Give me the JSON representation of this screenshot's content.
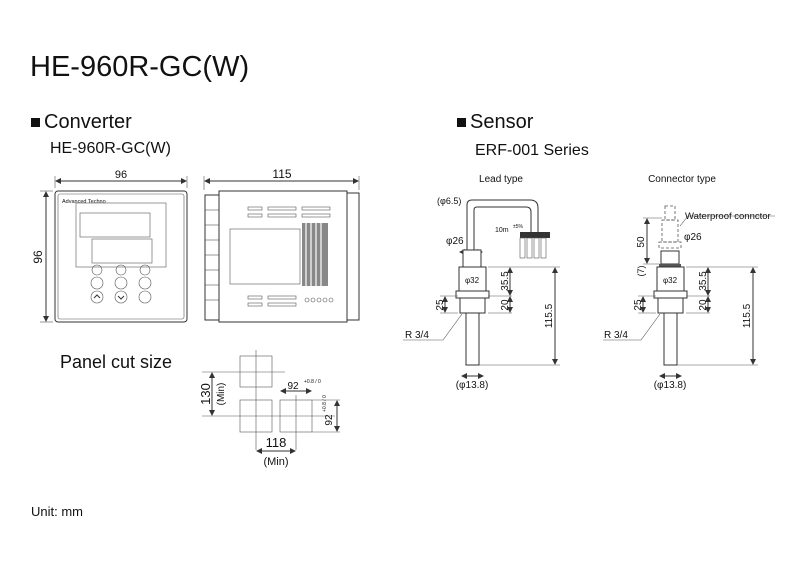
{
  "title": "HE-960R-GC(W)",
  "converter": {
    "heading": "Converter",
    "model": "HE-960R-GC(W)",
    "front_width": "96",
    "front_height": "96",
    "side_depth": "115",
    "brand": "Advanced Techno",
    "panel_cut": {
      "label": "Panel cut size",
      "vertical_pitch": "130",
      "vertical_pitch_note": "(Min)",
      "horizontal_pitch": "118",
      "horizontal_pitch_note": "(Min)",
      "cut_width": "92",
      "cut_width_tol": "+0.8 / 0",
      "cut_height": "92",
      "cut_height_tol": "+0.8 / 0"
    }
  },
  "sensor": {
    "heading": "Sensor",
    "series": "ERF-001 Series",
    "lead_type": {
      "label": "Lead type",
      "cable_dia": "(φ6.5)",
      "cable_length": "10m",
      "cable_tol": "±5%",
      "head_dia": "φ26",
      "hex_dia": "φ32",
      "body_len": "35.5",
      "thread_len": "20",
      "thread_depth": "25",
      "total_len": "115.5",
      "thread": "R 3/4",
      "probe_dia": "(φ13.8)"
    },
    "connector_type": {
      "label": "Connector type",
      "connector_label": "Waterproof connctor",
      "connector_dia": "φ26",
      "connector_len": "50",
      "gap": "(7)",
      "hex_dia": "φ32",
      "body_len": "35.5",
      "thread_len": "20",
      "thread_depth": "25",
      "total_len": "115.5",
      "thread": "R 3/4",
      "probe_dia": "(φ13.8)"
    }
  },
  "unit_note": "Unit: mm"
}
